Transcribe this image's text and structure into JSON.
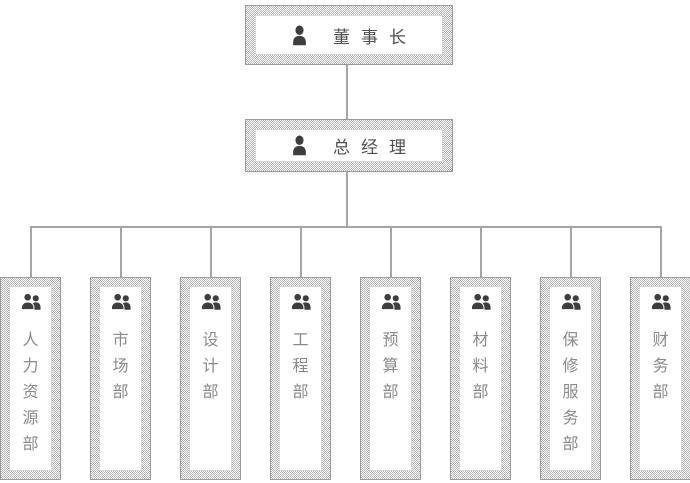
{
  "colors": {
    "hatch": "#b4b4b4",
    "box_outline": "#9a9a9a",
    "inner_outline": "#d8d8d8",
    "connector": "#a6a6a6",
    "icon": "#3e3e3e",
    "executive_text": "#4f4f4f",
    "department_text": "#8a8a8a"
  },
  "org_chart": {
    "chairman": {
      "label": "董事长",
      "icon": "person-icon"
    },
    "general_manager": {
      "label": "总经理",
      "icon": "person-icon"
    },
    "departments": [
      {
        "label": "人力资源部",
        "icon": "people-icon"
      },
      {
        "label": "市场部",
        "icon": "people-icon"
      },
      {
        "label": "设计部",
        "icon": "people-icon"
      },
      {
        "label": "工程部",
        "icon": "people-icon"
      },
      {
        "label": "预算部",
        "icon": "people-icon"
      },
      {
        "label": "材料部",
        "icon": "people-icon"
      },
      {
        "label": "保修服务部",
        "icon": "people-icon"
      },
      {
        "label": "财务部",
        "icon": "people-icon"
      }
    ]
  }
}
